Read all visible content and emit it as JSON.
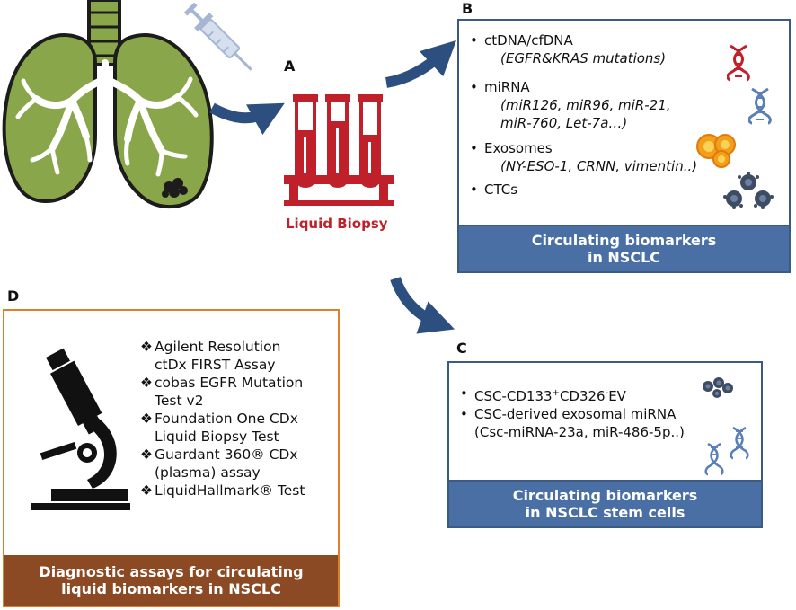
{
  "colors": {
    "lung_fill": "#8aa64a",
    "lung_stroke": "#1c1c1c",
    "airway": "#ffffff",
    "tube_red": "#c0202a",
    "arrow_blue": "#2d4f80",
    "box_blue_border": "#3d5a85",
    "footer_blue": "#4a6fa5",
    "box_orange_border": "#d9822b",
    "footer_brown": "#8b4a24",
    "dna_red": "#c0202a",
    "dna_blue": "#5a7fb5",
    "exosome_orange": "#f2a017",
    "ctc_dark": "#3d4c63"
  },
  "icons": [
    "lung-icon",
    "syringe-icon",
    "test-tubes-icon",
    "dna-icon",
    "exosome-icon",
    "ctc-cell-icon",
    "microscope-icon"
  ],
  "panel_a": {
    "letter": "A",
    "label": "Liquid Biopsy"
  },
  "panel_b": {
    "letter": "B",
    "items": [
      {
        "name": "ctDNA/cfDNA",
        "detail": [
          "(EGFR&KRAS mutations)"
        ]
      },
      {
        "name": "miRNA",
        "detail": [
          "(miR126, miR96, miR-21,",
          "miR-760, Let-7a…)"
        ]
      },
      {
        "name": "Exosomes",
        "detail": [
          "(NY-ESO-1, CRNN, vimentin..)"
        ]
      },
      {
        "name": "CTCs",
        "detail": []
      }
    ],
    "footer": [
      "Circulating biomarkers",
      "in NSCLC"
    ]
  },
  "panel_c": {
    "letter": "C",
    "item1_prefix": "CSC-CD133",
    "item1_sup1": "+",
    "item1_mid": "CD326",
    "item1_sup2": "-",
    "item1_suffix": "EV",
    "item2": "CSC-derived exosomal miRNA",
    "item2_detail": "(Csc-miRNA-23a, miR-486-5p..)",
    "footer": [
      "Circulating biomarkers",
      "in NSCLC stem cells"
    ]
  },
  "panel_d": {
    "letter": "D",
    "marker": "❖",
    "assays": [
      [
        "Agilent Resolution",
        "ctDx FIRST Assay"
      ],
      [
        "cobas EGFR Mutation",
        "Test v2"
      ],
      [
        "Foundation One CDx",
        "Liquid Biopsy Test"
      ],
      [
        "Guardant 360® CDx",
        "(plasma) assay"
      ],
      [
        "LiquidHallmark® Test"
      ]
    ],
    "footer": [
      "Diagnostic assays for circulating",
      "liquid biomarkers in NSCLC"
    ]
  }
}
